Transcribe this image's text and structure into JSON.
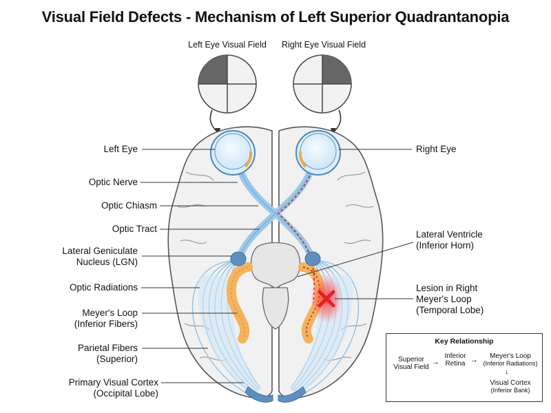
{
  "title": "Visual Field Defects - Mechanism of Left Superior Quadrantanopia",
  "fields": {
    "left_title": "Left Eye Visual Field",
    "right_title": "Right Eye Visual Field"
  },
  "labels_left": {
    "left_eye": "Left Eye",
    "optic_nerve": "Optic Nerve",
    "optic_chiasm": "Optic Chiasm",
    "optic_tract": "Optic Tract",
    "lgn_line1": "Lateral Geniculate",
    "lgn_line2": "Nucleus (LGN)",
    "optic_radiations": "Optic Radiations",
    "meyers_line1": "Meyer's Loop",
    "meyers_line2": "(Inferior Fibers)",
    "parietal_line1": "Parietal Fibers",
    "parietal_line2": "(Superior)",
    "cortex_line1": "Primary Visual Cortex",
    "cortex_line2": "(Occipital Lobe)"
  },
  "labels_right": {
    "right_eye": "Right Eye",
    "ventricle_line1": "Lateral Ventricle",
    "ventricle_line2": "(Inferior Horn)",
    "lesion_line1": "Lesion in Right",
    "lesion_line2": "Meyer's Loop",
    "lesion_line3": "(Temporal Lobe)"
  },
  "key": {
    "title": "Key Relationship",
    "superior_line1": "Superior",
    "superior_line2": "Visual Field",
    "inferior_line1": "Inferior",
    "inferior_line2": "Retina",
    "meyers_line1": "Meyer's Loop",
    "meyers_line2": "(Inferior Radiations)",
    "cortex_line1": "Visual Cortex",
    "cortex_line2": "(Inferior Bank)"
  },
  "colors": {
    "brain_fill": "#f1f1f1",
    "brain_stroke": "#555555",
    "pathway_blue": "#9cc8e8",
    "pathway_stroke": "#4a86b8",
    "ventricle_orange": "#f4b35e",
    "lesion_red": "#e0202a",
    "field_dark": "#666666",
    "field_light": "#f2f2f2"
  }
}
